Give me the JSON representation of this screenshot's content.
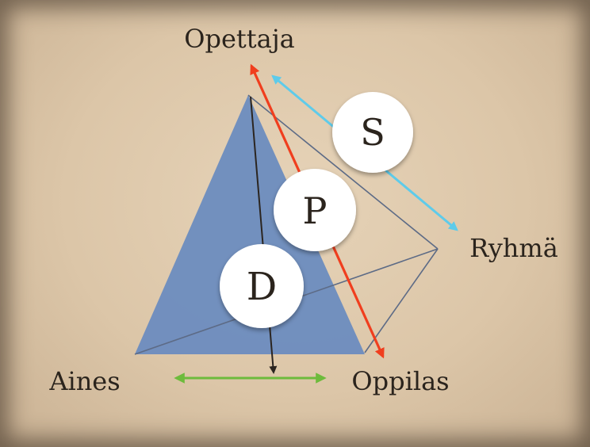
{
  "labels": {
    "top": "Opettaja",
    "right": "Ryhmä",
    "bottom_left": "Aines",
    "bottom_right": "Oppilas"
  },
  "circles": {
    "s": "S",
    "p": "P",
    "d": "D"
  },
  "colors": {
    "background": "#dcc6a8",
    "triangle_fill": "#6b8cbf",
    "arrow_red": "#f03e1e",
    "arrow_cyan": "#5ecbea",
    "arrow_green": "#6dbb3c",
    "arrow_dark": "#2b2520",
    "edge_lines": "#5d6b86",
    "circle_fill": "#ffffff",
    "text": "#2b241d"
  }
}
